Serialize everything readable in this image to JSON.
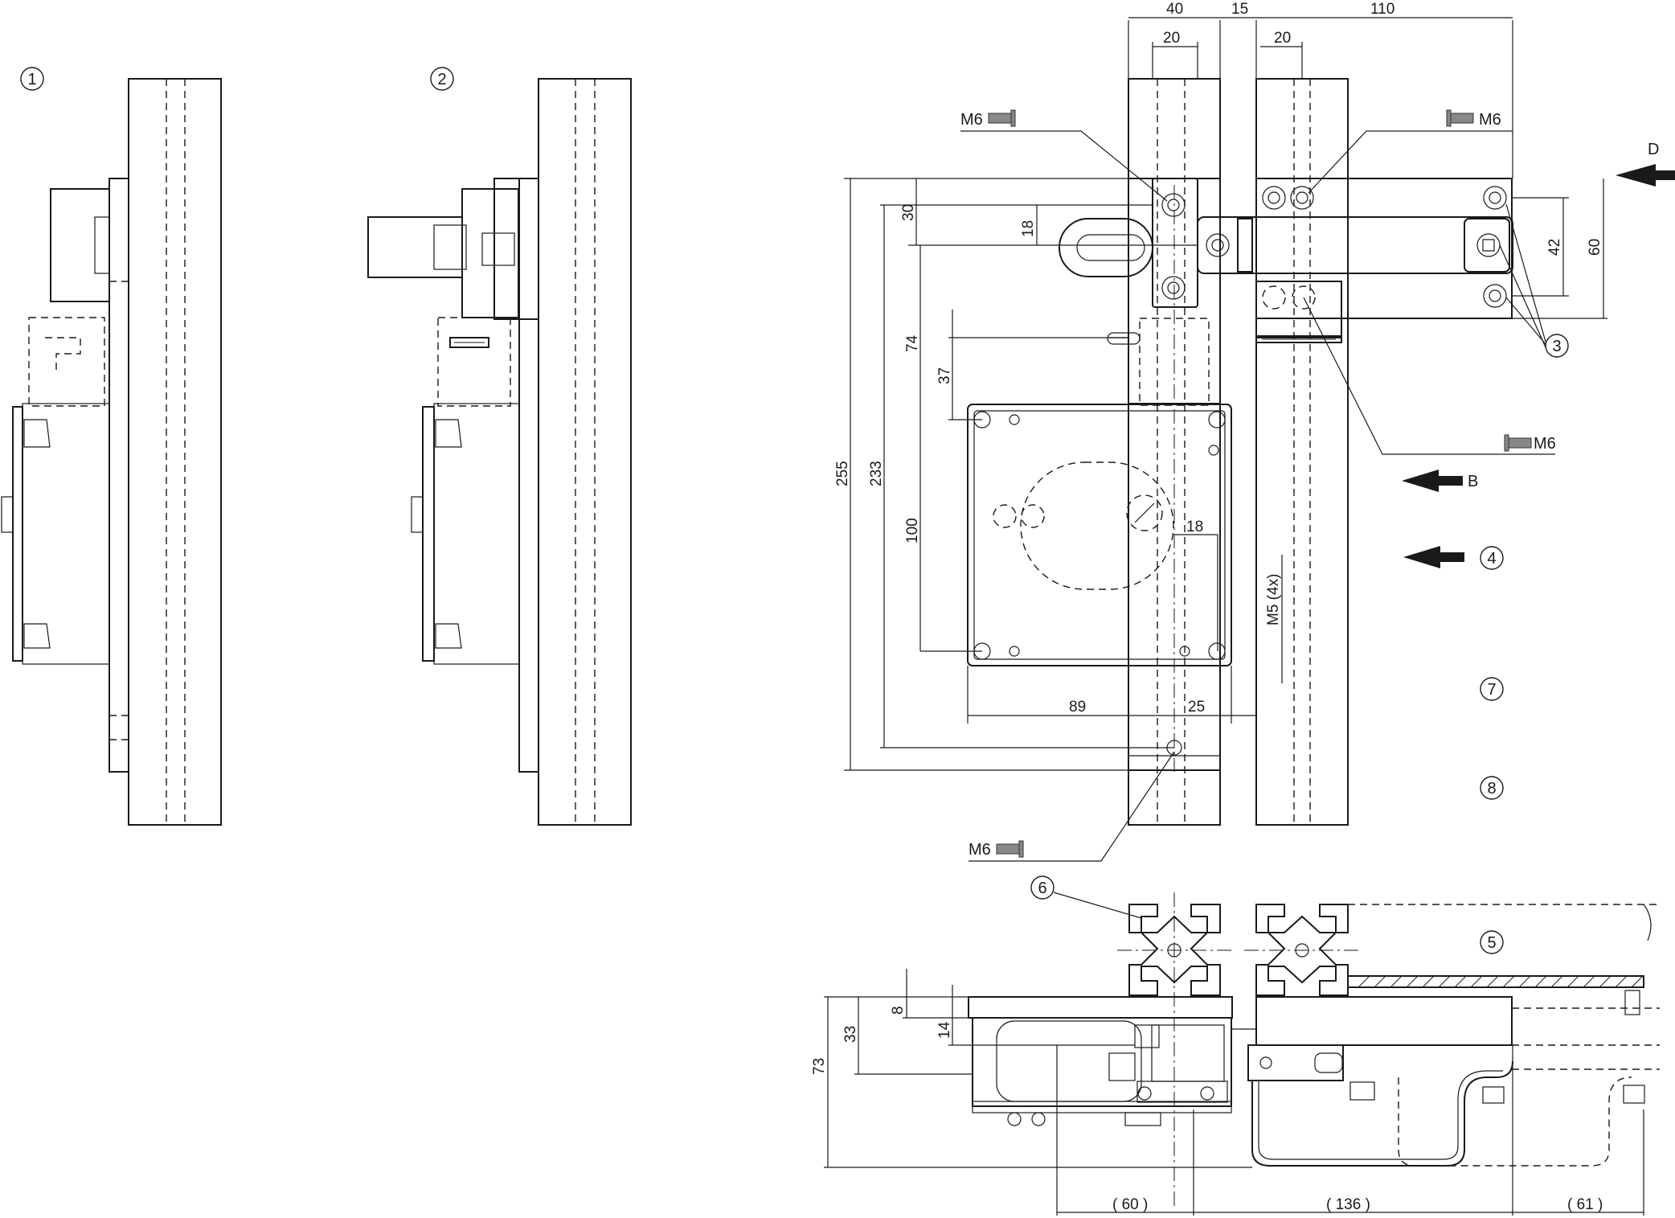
{
  "views": {
    "view1": {
      "callout": "1"
    },
    "view2": {
      "callout": "2"
    }
  },
  "callouts": {
    "c3": "3",
    "c4": "4",
    "c5": "5",
    "c6": "6",
    "c7": "7",
    "c8": "8"
  },
  "direction_arrows": {
    "d": "D",
    "b": "B"
  },
  "screws": {
    "top_left": "M6",
    "top_right": "M6",
    "middle_right": "M6",
    "bottom": "M6"
  },
  "dimensions": {
    "top_width_40": "40",
    "top_gap_15": "15",
    "top_width_110": "110",
    "profile_20_left": "20",
    "profile_20_right": "20",
    "height_255": "255",
    "height_233": "233",
    "offset_30": "30",
    "offset_18": "18",
    "height_74": "74",
    "height_37": "37",
    "height_100": "100",
    "hole_18": "18",
    "thread_m5": "M5 (4x)",
    "width_89": "89",
    "width_25": "25",
    "height_42": "42",
    "height_60": "60",
    "bottom_8": "8",
    "bottom_14": "14",
    "bottom_33": "33",
    "bottom_73": "73",
    "bottom_60": "( 60 )",
    "bottom_136": "( 136 )",
    "bottom_61": "( 61 )"
  },
  "colors": {
    "line": "#1a1a1a",
    "background": "#ffffff",
    "screw_fill": "#888888"
  }
}
